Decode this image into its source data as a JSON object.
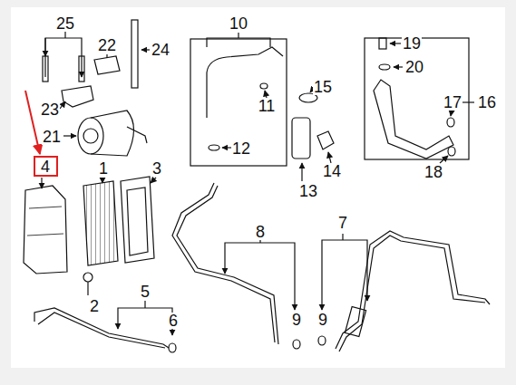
{
  "diagram": {
    "labels": [
      "25",
      "22",
      "24",
      "10",
      "19",
      "20",
      "15",
      "11",
      "17",
      "16",
      "23",
      "21",
      "12",
      "14",
      "18",
      "4",
      "1",
      "3",
      "13",
      "8",
      "7",
      "2",
      "5",
      "6",
      "9",
      "9"
    ]
  }
}
